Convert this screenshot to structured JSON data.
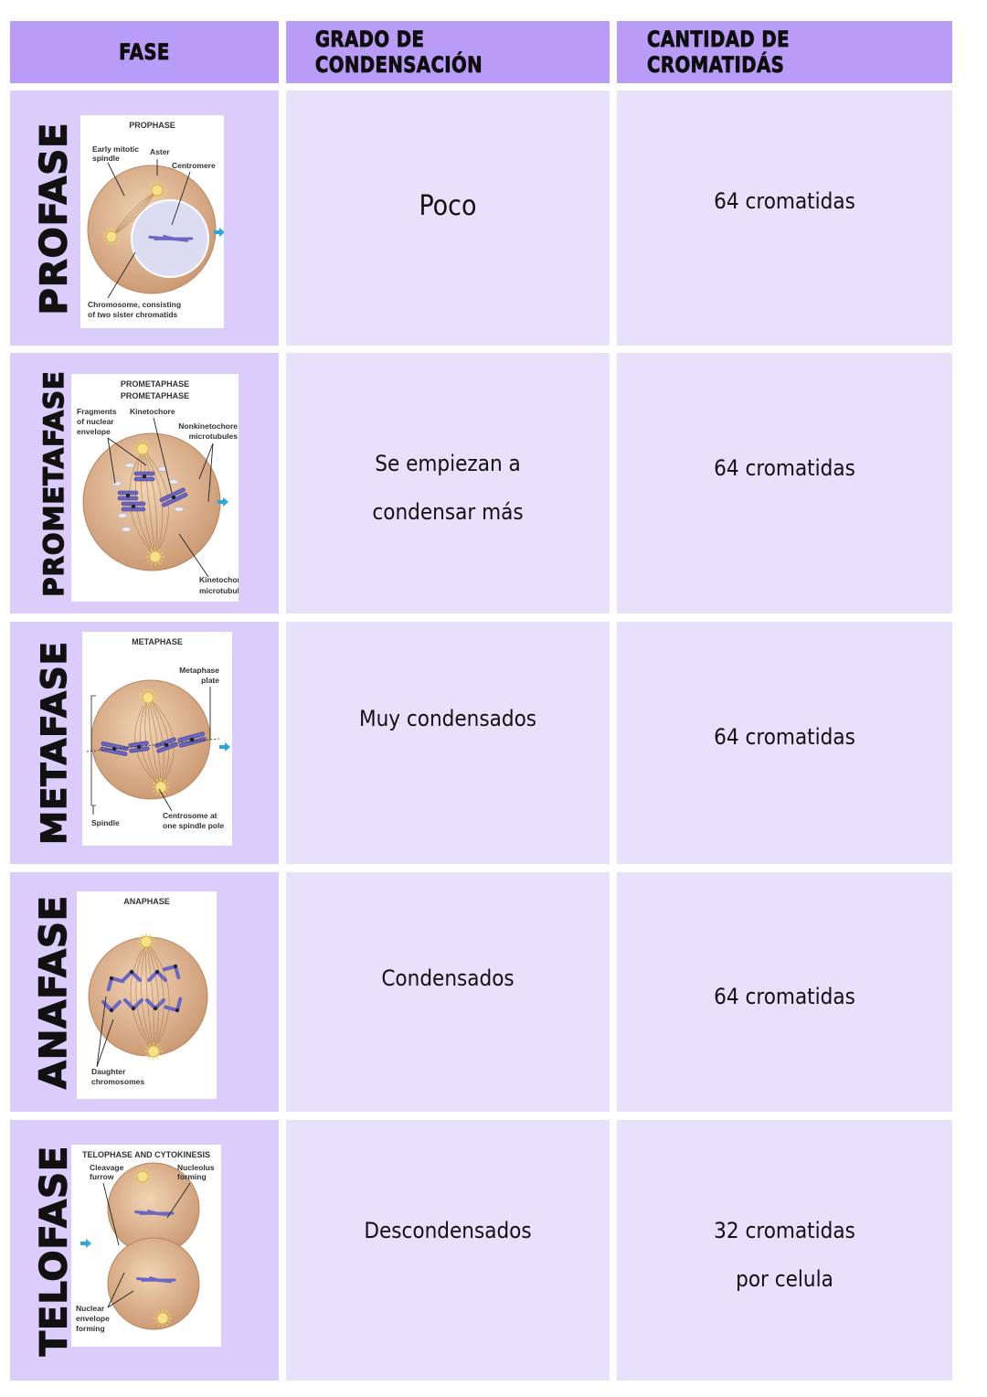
{
  "header": {
    "col_phase": "FASE",
    "col_condensation": "GRADO DE CONDENSACIÓN",
    "col_chromatids": "CANTIDAD DE CROMATIDÁS"
  },
  "colors": {
    "header_bg": "#b89cf8",
    "phase_cell_bg": "#dacdfb",
    "text_cell_bg": "#e8e1fc",
    "cell_bg": "#faf8ff",
    "chromosome": "#6a66c4",
    "arrow": "#29a8e0"
  },
  "rows": [
    {
      "phase": "PROFASE",
      "diagram": {
        "title": "PROPHASE",
        "labels": [
          "Early mitotic spindle",
          "Aster",
          "Centromere",
          "Chromosome, consisting of two sister chromatids"
        ],
        "label_lines": [
          "Early mitotic",
          "spindle",
          "Aster",
          "Centromere",
          "Chromosome, consisting",
          "of two sister chromatids"
        ]
      },
      "condensation": [
        "Poco"
      ],
      "chromatids": [
        "64 cromatidas"
      ]
    },
    {
      "phase": "PROMETAFASE",
      "diagram": {
        "title": "PROMETAPHASE",
        "labels": [
          "Fragments of nuclear envelope",
          "Kinetochore",
          "Nonkinetochore microtubules",
          "Kinetochore microtubule"
        ],
        "label_lines": [
          "Fragments",
          "of nuclear",
          "envelope",
          "Kinetochore",
          "Nonkinetochore",
          "microtubules",
          "Kinetochore",
          "microtubule"
        ]
      },
      "condensation": [
        "Se empiezan a",
        "condensar más"
      ],
      "chromatids": [
        "64 cromatidas"
      ]
    },
    {
      "phase": "METAFASE",
      "diagram": {
        "title": "METAPHASE",
        "labels": [
          "Metaphase plate",
          "Spindle",
          "Centrosome at one spindle pole"
        ],
        "label_lines": [
          "Metaphase",
          "plate",
          "Spindle",
          "Centrosome at",
          "one spindle pole"
        ]
      },
      "condensation": [
        "Muy condensados"
      ],
      "chromatids": [
        "64 cromatidas"
      ]
    },
    {
      "phase": "ANAFASE",
      "diagram": {
        "title": "ANAPHASE",
        "labels": [
          "Daughter chromosomes"
        ],
        "label_lines": [
          "Daughter",
          "chromosomes"
        ]
      },
      "condensation": [
        "Condensados"
      ],
      "chromatids": [
        "64 cromatidas"
      ]
    },
    {
      "phase": "TELOFASE",
      "diagram": {
        "title": "TELOPHASE AND CYTOKINESIS",
        "labels": [
          "Cleavage furrow",
          "Nucleolus forming",
          "Nuclear envelope forming"
        ],
        "label_lines": [
          "Cleavage",
          "furrow",
          "Nucleolus",
          "forming",
          "Nuclear",
          "envelope",
          "forming"
        ]
      },
      "condensation": [
        "Descondensados"
      ],
      "chromatids": [
        "32 cromatidas",
        "por celula"
      ]
    }
  ]
}
